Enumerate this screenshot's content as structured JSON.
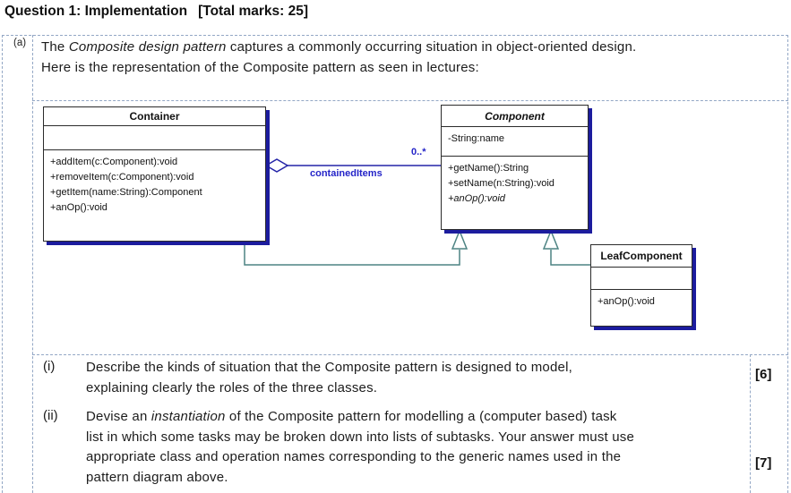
{
  "heading": {
    "title": "Question 1: Implementation",
    "total_marks": "[Total marks: 25]"
  },
  "part_a": {
    "label": "(a)",
    "intro": {
      "line1_pre": "The ",
      "line1_italic": "Composite design pattern",
      "line1_post": " captures a commonly occurring situation in object-oriented design.",
      "line2": "Here is the representation of the Composite pattern as seen in lectures:"
    }
  },
  "diagram": {
    "classes": {
      "container": {
        "name": "Container",
        "operations": [
          "+addItem(c:Component):void",
          "+removeItem(c:Component):void",
          "+getItem(name:String):Component",
          "+anOp():void"
        ]
      },
      "component": {
        "name": "Component",
        "attributes": [
          "-String:name"
        ],
        "operations": [
          "+getName():String",
          "+setName(n:String):void",
          "+anOp():void"
        ]
      },
      "leaf": {
        "name": "LeafComponent",
        "operations": [
          "+anOp():void"
        ]
      }
    },
    "association": {
      "label": "containedItems",
      "multiplicity": "0..*"
    },
    "colors": {
      "navy": "#2525a8",
      "teal": "#4d8383",
      "shadow": "#1c1c9e",
      "label_blue": "#2424c8"
    }
  },
  "questions": [
    {
      "label": "(i)",
      "lines": [
        "Describe the kinds of situation that the Composite pattern is designed to model,",
        "explaining clearly the roles of the three classes."
      ],
      "marks": "[6]"
    },
    {
      "label": "(ii)",
      "line1_pre": "Devise an ",
      "line1_italic": "instantiation",
      "line1_post": " of the Composite pattern for modelling a (computer based) task",
      "lines": [
        "list in which some tasks may be broken down into lists of subtasks.  Your answer must use",
        "appropriate class and operation names corresponding to the generic names used in the",
        "pattern diagram above."
      ],
      "marks": "[7]"
    }
  ]
}
